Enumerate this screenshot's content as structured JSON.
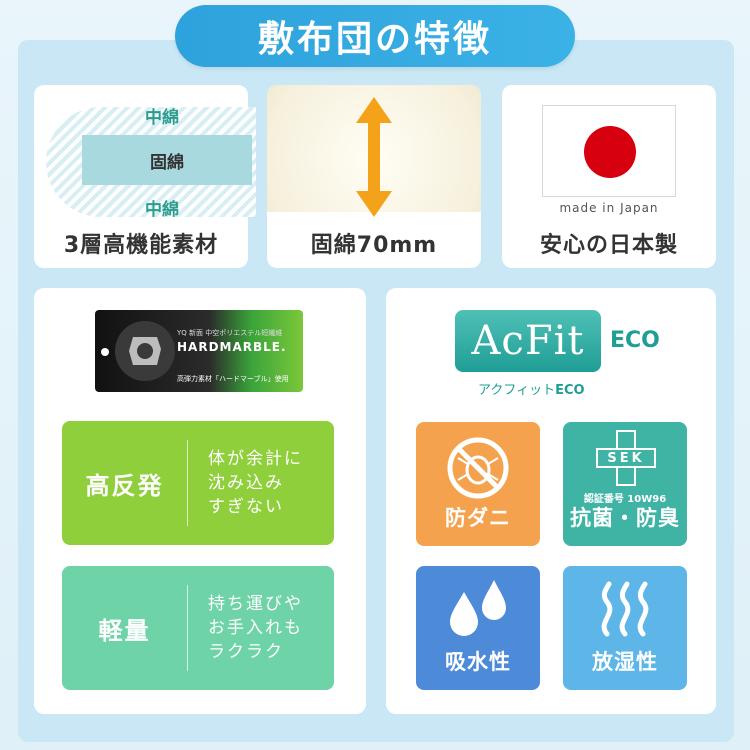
{
  "title": "敷布団の特徴",
  "layers": {
    "top": "中綿",
    "middle": "固綿",
    "bottom": "中綿",
    "caption": "3層高機能素材"
  },
  "thickness": {
    "caption": "固綿70mm",
    "arrow_color": "#f5a21b"
  },
  "origin": {
    "flag_text": "made in Japan",
    "caption": "安心の日本製"
  },
  "hardmarble": {
    "top_line": "YQ 新面  中空ポリエステル短繊維",
    "brand": "HARDMARBLE.",
    "bottom_line": "高弾力素材「ハードマーブル」使用"
  },
  "features": [
    {
      "title": "高反発",
      "desc": [
        "体が余計に",
        "沈み込み",
        "すぎない"
      ],
      "color": "#8fcf3c"
    },
    {
      "title": "軽量",
      "desc": [
        "持ち運びや",
        "お手入れも",
        "ラクラク"
      ],
      "color": "#6fd3a8"
    }
  ],
  "acfit": {
    "logo": "AcFit",
    "eco": "ECO",
    "kana": "アクフィット",
    "kana_eco": "ECO"
  },
  "tiles": [
    {
      "label": "防ダニ",
      "color": "#f5a24f"
    },
    {
      "label": "抗菌・防臭",
      "color": "#3fb3a4",
      "sek": "SEK",
      "cert": "認証番号 10W96"
    },
    {
      "label": "吸水性",
      "color": "#4d8ad8"
    },
    {
      "label": "放湿性",
      "color": "#5eb6e8"
    }
  ]
}
